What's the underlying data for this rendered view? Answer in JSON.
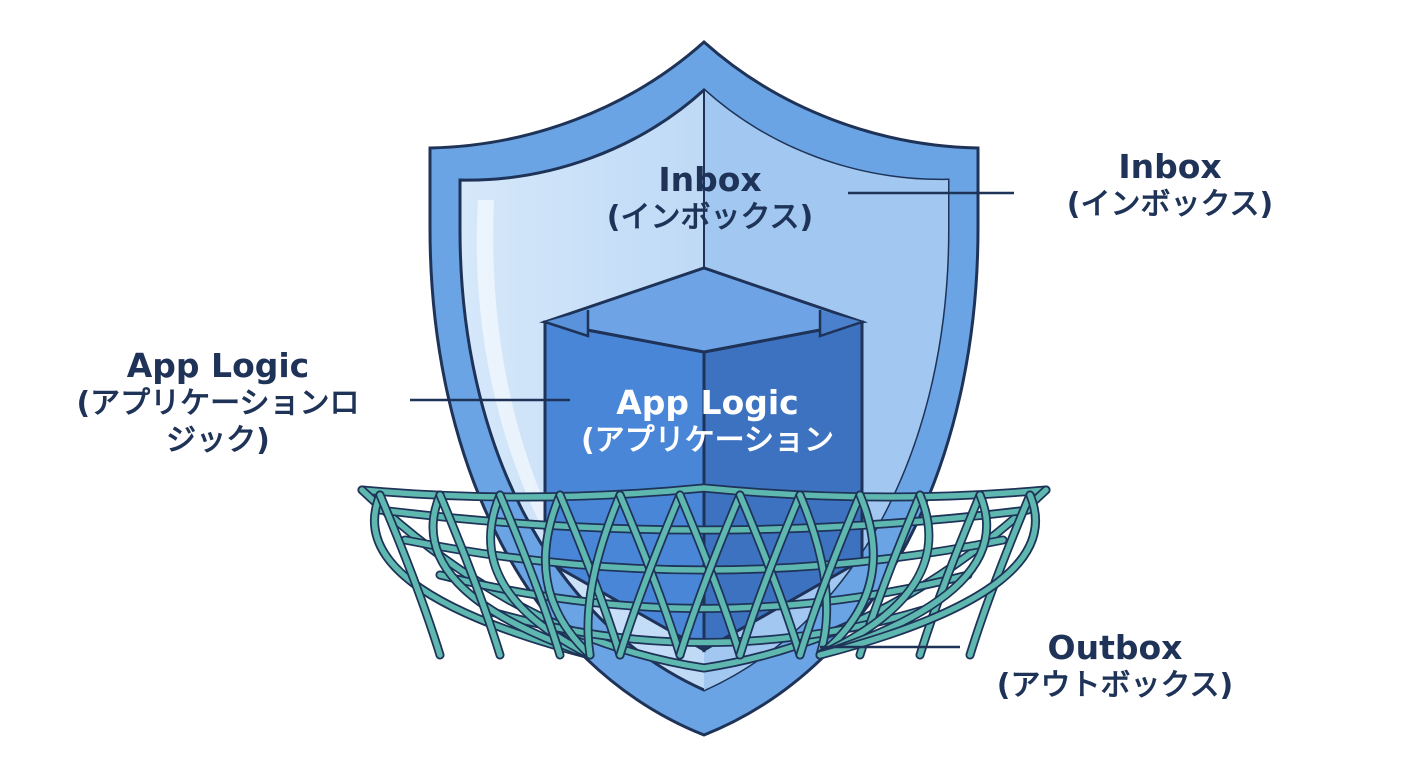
{
  "diagram": {
    "inbox_shield": {
      "title": "Inbox",
      "subtitle": "(インボックス)"
    },
    "inbox_callout": {
      "title": "Inbox",
      "subtitle": "(インボックス)"
    },
    "app_cube": {
      "title": "App Logic",
      "subtitle": "(アプリケーション"
    },
    "app_callout": {
      "title": "App Logic",
      "subtitle_line1": "(アプリケーションロ",
      "subtitle_line2": "ジック)"
    },
    "outbox_callout": {
      "title": "Outbox",
      "subtitle": "(アウトボックス)"
    }
  },
  "colors": {
    "shield_outer": "#6aa4e4",
    "shield_inner": "#b7d6f5",
    "outline": "#1e3357",
    "cube_front": "#4a86d8",
    "cube_right": "#3d72c0",
    "cube_top": "#6ea4e6",
    "net_strand": "#5fb8b0",
    "text": "#1e3357"
  },
  "icons": [
    "shield-icon",
    "cube-icon",
    "net-icon"
  ]
}
